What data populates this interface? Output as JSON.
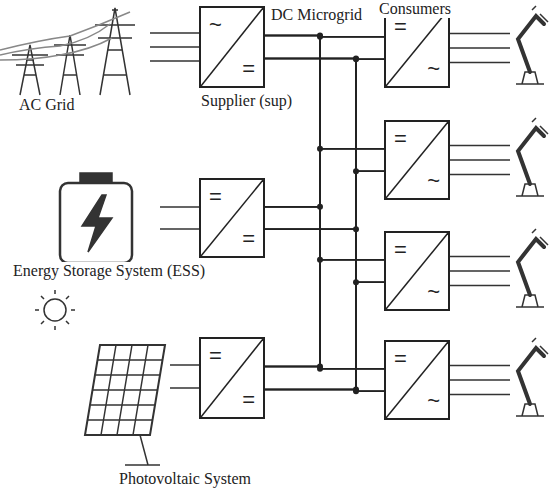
{
  "diagram": {
    "nodes": [
      {
        "text": [
          "~",
          "="
        ]
      },
      {
        "text": [
          "=",
          "="
        ]
      },
      {
        "text": [
          "=",
          "="
        ]
      },
      {
        "text": [
          "=",
          "~"
        ]
      },
      {
        "text": [
          "=",
          "~"
        ]
      },
      {
        "text": [
          "=",
          "~"
        ]
      },
      {
        "text": [
          "=",
          "~"
        ]
      }
    ],
    "edges": [
      {
        "from": 0,
        "to": 3,
        "arrow": "none"
      },
      {
        "from": 0,
        "to": 4,
        "arrow": "none"
      },
      {
        "from": 0,
        "to": 5,
        "arrow": "none"
      },
      {
        "from": 0,
        "to": 6,
        "arrow": "none"
      },
      {
        "from": 1,
        "to": 3,
        "arrow": "none"
      },
      {
        "from": 1,
        "to": 4,
        "arrow": "none"
      },
      {
        "from": 1,
        "to": 5,
        "arrow": "none"
      },
      {
        "from": 1,
        "to": 6,
        "arrow": "none"
      },
      {
        "from": 2,
        "to": 3,
        "arrow": "none"
      },
      {
        "from": 2,
        "to": 4,
        "arrow": "none"
      },
      {
        "from": 2,
        "to": 5,
        "arrow": "none"
      },
      {
        "from": 2,
        "to": 6,
        "arrow": "none"
      }
    ],
    "labels": [
      "AC Grid",
      "Supplier (sup)",
      "DC Microgrid",
      "Consumers",
      "Energy Storage System (ESS)",
      "Photovoltaic System"
    ]
  }
}
